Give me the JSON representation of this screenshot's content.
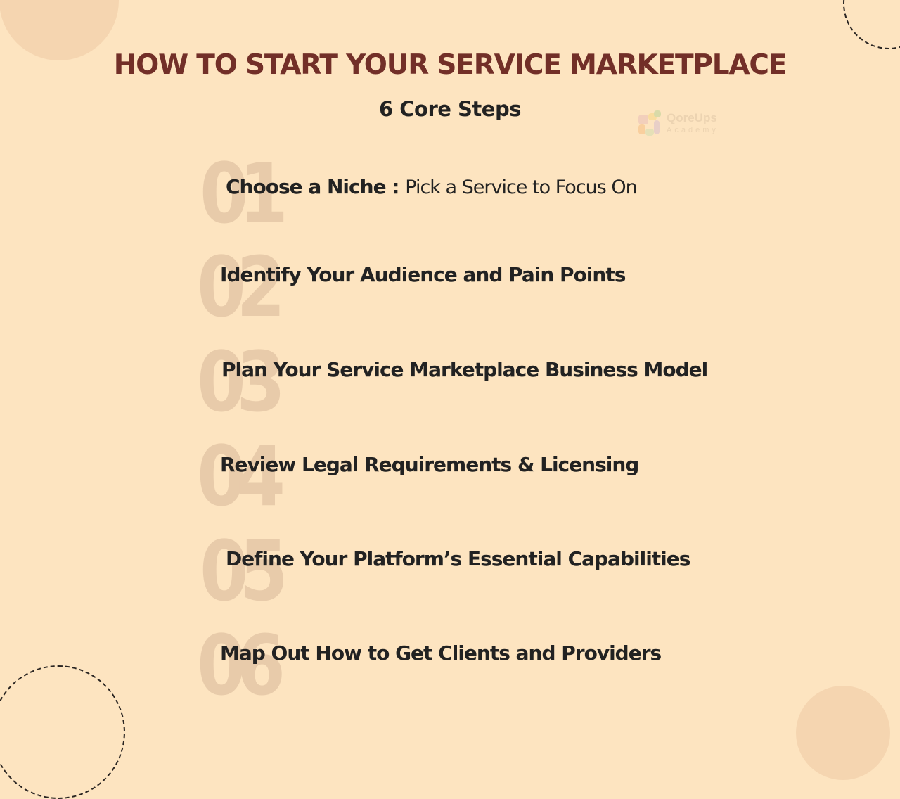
{
  "header": {
    "title": "HOW TO START YOUR SERVICE MARKETPLACE",
    "subtitle": "6 Core Steps"
  },
  "watermark": {
    "name": "QoreUps",
    "subtitle": "Academy"
  },
  "colors": {
    "background": "#fde4c0",
    "title": "#722f28",
    "text": "#222222",
    "step_number": "#e8cbaa",
    "deco_circle": "#f5d5b0"
  },
  "steps": [
    {
      "number": "01",
      "title": "Choose a Niche :",
      "subtitle": "Pick a Service to Focus On"
    },
    {
      "number": "02",
      "title": "Identify Your Audience and Pain Points",
      "subtitle": ""
    },
    {
      "number": "03",
      "title": "Plan Your Service Marketplace Business Model",
      "subtitle": ""
    },
    {
      "number": "04",
      "title": "Review Legal Requirements & Licensing",
      "subtitle": ""
    },
    {
      "number": "05",
      "title": "Define Your Platform’s Essential Capabilities",
      "subtitle": ""
    },
    {
      "number": "06",
      "title": "Map Out How to Get Clients and Providers",
      "subtitle": ""
    }
  ]
}
